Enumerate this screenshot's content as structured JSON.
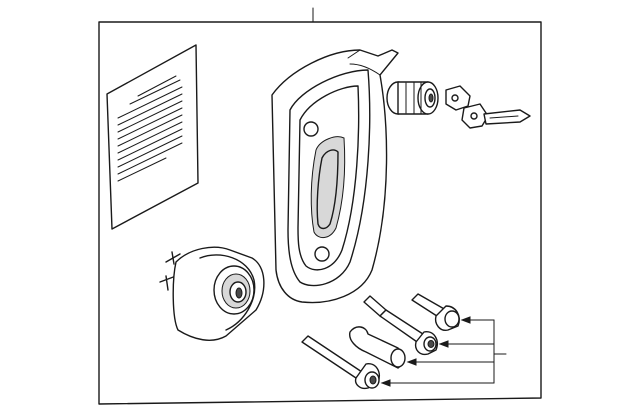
{
  "diagram": {
    "kind": "exploded parts diagram",
    "parts": [
      "label-sheet",
      "handle-housing",
      "lock-cylinder",
      "key",
      "lock-bezel",
      "screw",
      "bolt-long",
      "bolt-short",
      "bushing"
    ],
    "callouts": [
      "main-callout",
      "fasteners-callout"
    ],
    "colors": {
      "line": "#1a1a1a",
      "background": "#ffffff",
      "shade": "#d8d8d8"
    }
  }
}
